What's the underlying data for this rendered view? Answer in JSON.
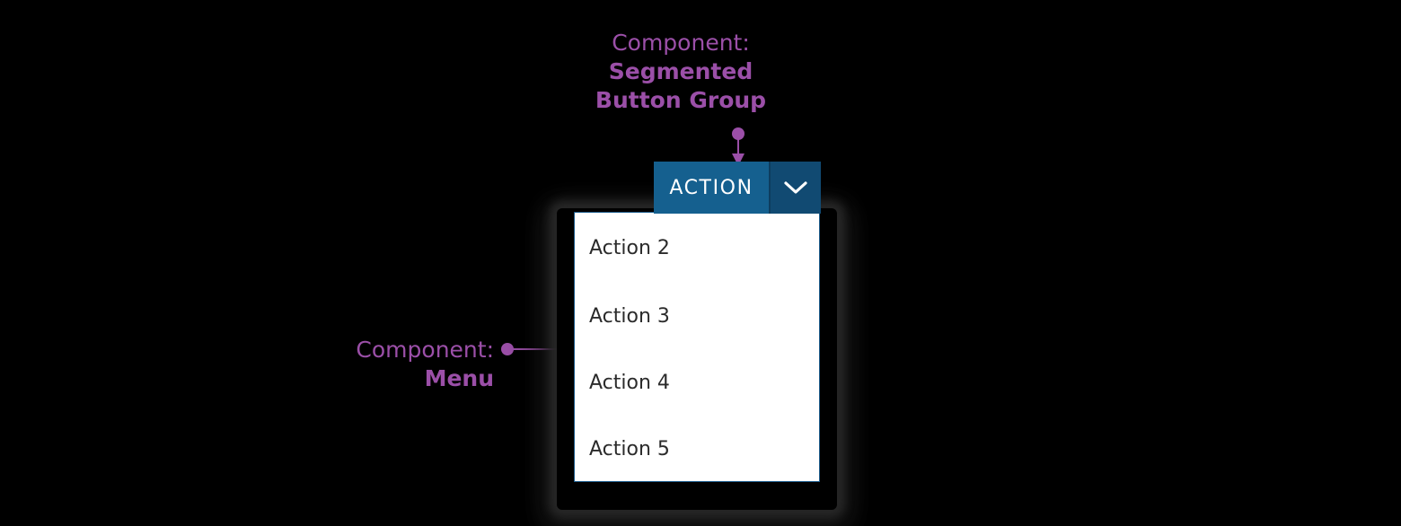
{
  "theme": {
    "background": "#000000",
    "annotation_color": "#9B4FA8",
    "button_primary_bg": "#15608F",
    "button_toggle_bg": "#114A72",
    "button_text_color": "#FFFFFF",
    "menu_bg": "#FFFFFF",
    "menu_border": "#1C5C8C",
    "menu_text_color": "#2B2B2B"
  },
  "annotations": {
    "top": {
      "label": "Component:",
      "name_line_1": "Segmented",
      "name_line_2": "Button Group",
      "pointer_icon": "down-arrow-leader-icon"
    },
    "left": {
      "label": "Component:",
      "name_line_1": "Menu",
      "pointer_icon": "right-arrow-leader-icon"
    }
  },
  "segmented_button_group": {
    "primary_button_label": "ACTION",
    "dropdown_toggle_icon": "chevron-down-icon",
    "expanded": true
  },
  "menu": {
    "items": [
      {
        "label": "Action 2"
      },
      {
        "label": "Action 3"
      },
      {
        "label": "Action 4"
      },
      {
        "label": "Action 5"
      }
    ]
  }
}
